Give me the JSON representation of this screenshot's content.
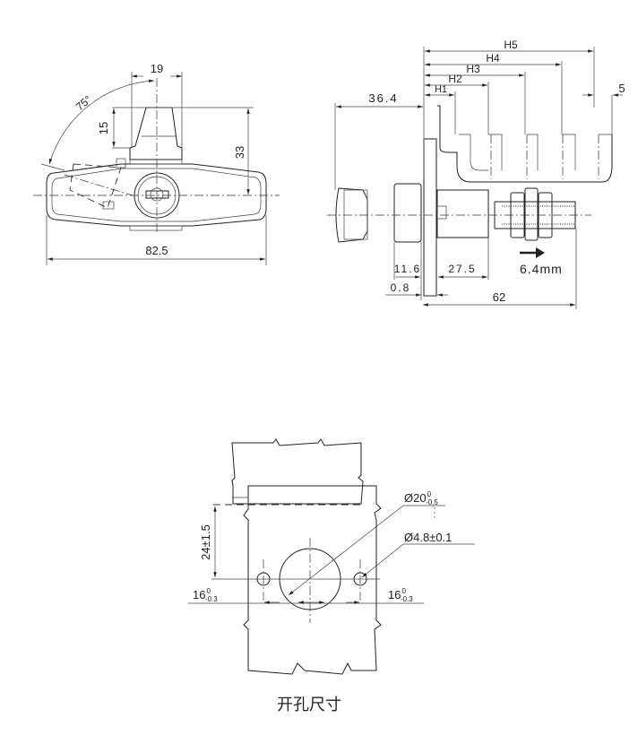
{
  "front_view": {
    "width": "82.5",
    "knob_width": "19",
    "knob_height": "15",
    "height": "33",
    "rotation_angle": "75°"
  },
  "side_view": {
    "h_labels": [
      "H1",
      "H2",
      "H3",
      "H4",
      "H5"
    ],
    "offset_5": "5",
    "depth_36_4": "36.4",
    "dim_11_6": "11.6",
    "dim_27_5": "27.5",
    "dim_0_8": "0.8",
    "total_62": "62",
    "travel": "6.4mm"
  },
  "cutout": {
    "main_hole": "Ø20",
    "main_hole_tol_upper": "0",
    "main_hole_tol_lower": "-0.5",
    "pin_hole": "Ø4.8±0.1",
    "vertical_offset": "24±1.5",
    "spacing": "16",
    "spacing_tol_upper": "0",
    "spacing_tol_lower": "-0.3",
    "caption": "开孔尺寸"
  }
}
